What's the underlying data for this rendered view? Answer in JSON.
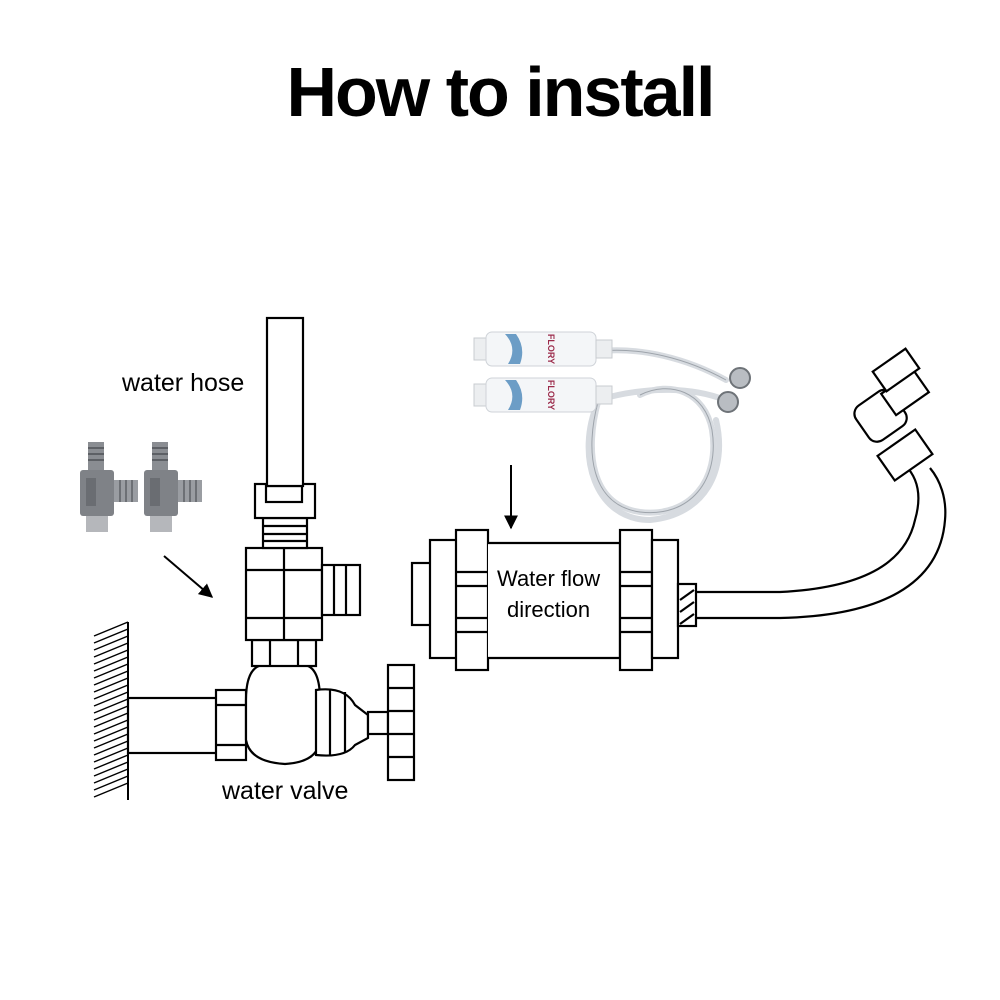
{
  "title": "How to install",
  "labels": {
    "water_hose": "water hose",
    "water_valve": "water valve",
    "flow_line1": "Water flow",
    "flow_line2": "direction"
  },
  "product": {
    "brand": "FLORY"
  },
  "colors": {
    "line": "#000000",
    "background": "#ffffff",
    "fitting_gray": "#8a8d92",
    "filter_blue": "#3f7fb5",
    "brand_red": "#9b2a4a"
  },
  "icons": [
    "arrow-icon",
    "wall-hatch-icon"
  ]
}
